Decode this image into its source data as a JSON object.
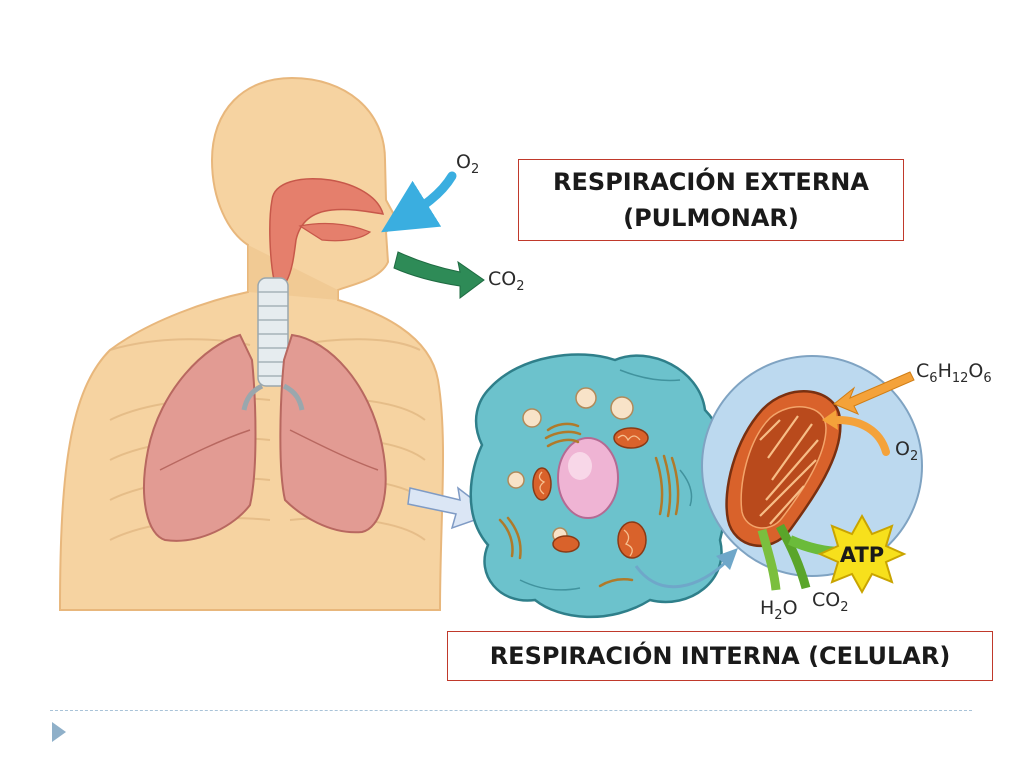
{
  "labels": {
    "external_line1": "RESPIRACIÓN EXTERNA",
    "external_line2": "(PULMONAR)",
    "internal": "RESPIRACIÓN INTERNA (CELULAR)"
  },
  "chemicals": {
    "o2_inhale": {
      "base": "O",
      "sub": "2"
    },
    "co2_exhale": {
      "base": "CO",
      "sub": "2"
    },
    "glucose": {
      "parts": [
        "C",
        "6",
        "H",
        "12",
        "O",
        "6"
      ]
    },
    "o2_cell": {
      "base": "O",
      "sub": "2"
    },
    "water": {
      "pre": "H",
      "sub": "2",
      "post": "O"
    },
    "co2_cell": {
      "base": "CO",
      "sub": "2"
    },
    "atp": "ATP"
  },
  "colors": {
    "box_border": "#c0392b",
    "skin": "#f4cf9a",
    "lung": "#e0918a",
    "cell": "#6cc2cc",
    "mito": "#d9622b",
    "arrow_blue": "#3aaee0",
    "arrow_green": "#2e8b57",
    "arrow_orange": "#f4a23a",
    "atp_star": "#f7e01c"
  }
}
